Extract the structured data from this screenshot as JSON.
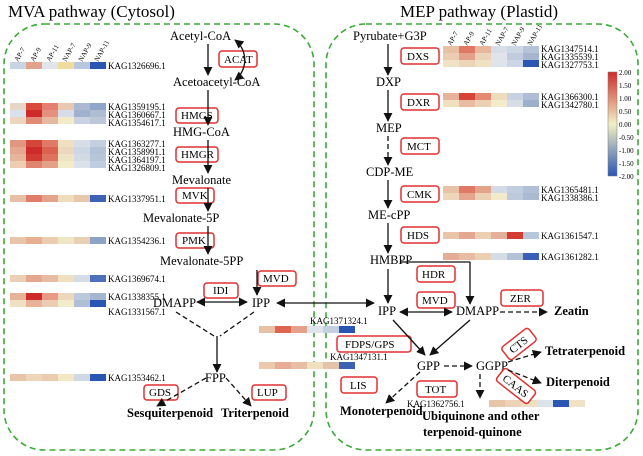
{
  "titles": {
    "mva": "MVA pathway (Cytosol)",
    "mep": "MEP pathway (Plastid)"
  },
  "columns": [
    "AP-7",
    "AP-9",
    "AP-11",
    "NAP-7",
    "NAP-9",
    "NAP-11"
  ],
  "colors": {
    "high": "#cf2a2a",
    "mid": "#f2f0c4",
    "low": "#2b55b3",
    "enzyme_box": "#e03030",
    "compartment_border": "#3aaa35"
  },
  "scale": {
    "max": "2.00",
    "ticks": [
      "2.00",
      "1.50",
      "1.00",
      "0.50",
      "0.00",
      "-0.50",
      "-1.00",
      "-1.50",
      "-2.00"
    ]
  },
  "mva": {
    "metabolites": {
      "acetyl_coa": "Acetyl-CoA",
      "acetoacetyl_coa": "Acetoacetyl-CoA",
      "hmg_coa": "HMG-CoA",
      "mevalonate": "Mevalonate",
      "mevalonate_5p": "Mevalonate-5P",
      "mevalonate_5pp": "Mevalonate-5PP",
      "dmapp": "DMAPP",
      "ipp": "IPP",
      "fpp": "FPP",
      "sesquiterpenoid": "Sesquiterpenoid",
      "triterpenoid": "Triterpenoid"
    },
    "enzymes": {
      "acat": "ACAT",
      "hmgs": "HMGS",
      "hmgr": "HMGR",
      "mvk": "MVK",
      "pmk": "PMK",
      "mvd": "MVD",
      "idi": "IDI",
      "gds": "GDS",
      "lup": "LUP"
    },
    "genes": {
      "acat": [
        "KAG1326696.1"
      ],
      "hmgs": [
        "KAG1359195.1",
        "KAG1360667.1",
        "KAG1354617.1"
      ],
      "hmgr": [
        "KAG1363277.1",
        "KAG1358991.1",
        "KAG1364197.1",
        "KAG1326809.1"
      ],
      "mvk": [
        "KAG1337951.1"
      ],
      "pmk": [
        "KAG1354236.1"
      ],
      "mvd": [
        "KAG1369674.1"
      ],
      "idi": [
        "KAG1338355.1",
        "KAG1331567.1"
      ],
      "fpp": [
        "KAG1353462.1"
      ]
    }
  },
  "mep": {
    "metabolites": {
      "pyruvate_g3p": "Pyrubate+G3P",
      "dxp": "DXP",
      "mep": "MEP",
      "cdp_me": "CDP-ME",
      "me_cpp": "ME-cPP",
      "hmbpp": "HMBPP",
      "ipp": "IPP",
      "dmapp": "DMAPP",
      "zeatin": "Zeatin",
      "gpp": "GPP",
      "ggpp": "GGPP",
      "tetraterpenoid": "Tetraterpenoid",
      "diterpenoid": "Diterpenoid",
      "monoterpenoid": "Monoterpenoid",
      "ubiquinone_1": "Ubiquinone and other",
      "ubiquinone_2": "terpenoid-quinone"
    },
    "enzymes": {
      "dxs": "DXS",
      "dxr": "DXR",
      "mct": "MCT",
      "cmk": "CMK",
      "hds": "HDS",
      "hdr": "HDR",
      "mvd": "MVD",
      "zer": "ZER",
      "fdps": "FDPS/GPS",
      "lis": "LIS",
      "tot": "TOT",
      "cts": "CTS",
      "caas": "CAAS"
    },
    "genes": {
      "dxs": [
        "KAG1347514.1",
        "KAG1335539.1",
        "KAG1327753.1"
      ],
      "dxr": [
        "KAG1366300.1",
        "KAG1342780.1"
      ],
      "cmk": [
        "KAG1365481.1",
        "KAG1338386.1"
      ],
      "hds": [
        "KAG1361547.1"
      ],
      "hdr": [
        "KAG1361282.1"
      ],
      "center_1": [
        "KAG1371324.1"
      ],
      "center_2": [
        "KAG1347131.1"
      ],
      "tot": [
        "KAG1362756.1"
      ]
    }
  }
}
